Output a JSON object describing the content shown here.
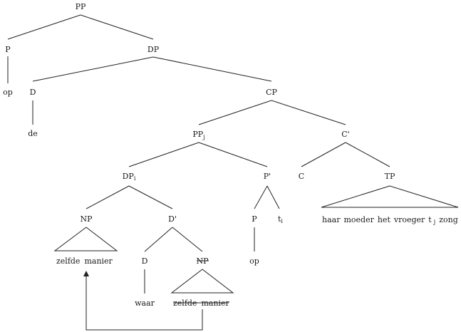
{
  "tree": {
    "root": "PP",
    "p_top": "P",
    "p_top_word": "op",
    "dp_top": "DP",
    "d_top": "D",
    "d_top_word": "de",
    "cp": "CP",
    "pp_j_base": "PP",
    "pp_j_sub": "j",
    "c_bar": "C'",
    "dp_i_base": "DP",
    "dp_i_sub": "i",
    "p_bar": "P'",
    "c": "C",
    "tp": "TP",
    "tp_words": [
      "haar",
      "moeder",
      "het",
      "vroeger",
      "t",
      "j",
      "zong"
    ],
    "np_left": "NP",
    "np_left_words": [
      "zelfde",
      "manier"
    ],
    "d_bar": "D'",
    "p_low": "P",
    "p_low_word": "op",
    "trace_i_base": "t",
    "trace_i_sub": "i",
    "d_low": "D",
    "d_low_word": "waar",
    "np_deleted": "NP",
    "np_deleted_words": [
      "zelfde",
      "manier"
    ]
  },
  "colors": {
    "ink": "#222222",
    "background": "#ffffff"
  }
}
